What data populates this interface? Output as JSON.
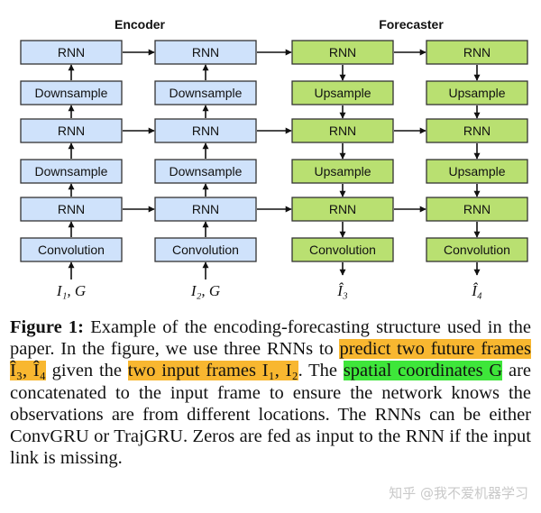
{
  "diagram": {
    "encoder_title": "Encoder",
    "forecaster_title": "Forecaster",
    "encoder_columns": [
      {
        "boxes": [
          "RNN",
          "Downsample",
          "RNN",
          "Downsample",
          "RNN",
          "Convolution"
        ],
        "input": "I₁, G"
      },
      {
        "boxes": [
          "RNN",
          "Downsample",
          "RNN",
          "Downsample",
          "RNN",
          "Convolution"
        ],
        "input": "I₂, G"
      }
    ],
    "forecaster_columns": [
      {
        "boxes": [
          "RNN",
          "Upsample",
          "RNN",
          "Upsample",
          "RNN",
          "Convolution"
        ],
        "output": "Î₃"
      },
      {
        "boxes": [
          "RNN",
          "Upsample",
          "RNN",
          "Upsample",
          "RNN",
          "Convolution"
        ],
        "output": "Î₄"
      }
    ],
    "colors": {
      "encoder_fill": "#cfe2fb",
      "forecaster_fill": "#b9e071",
      "border": "#333333"
    }
  },
  "caption": {
    "label": "Figure 1:",
    "seg1": " Example of the encoding-forecasting structure used in the paper. In the figure, we use three RNNs to ",
    "hl1": "predict two future frames Î₃, Î₄",
    "seg2": " given the ",
    "hl2": "two input frames I₁, I₂",
    "seg3": ". The ",
    "hl3": "spatial coordinates G",
    "seg4": " are concatenated to the input frame to ensure the network knows the observations are from different locations. The RNNs can be either ConvGRU or TrajGRU. Zeros are fed as input to the RNN if the input link is missing.",
    "highlight_colors": {
      "orange": "#f8b730",
      "green": "#3ee63a"
    }
  },
  "watermark": "知乎 @我不爱机器学习"
}
